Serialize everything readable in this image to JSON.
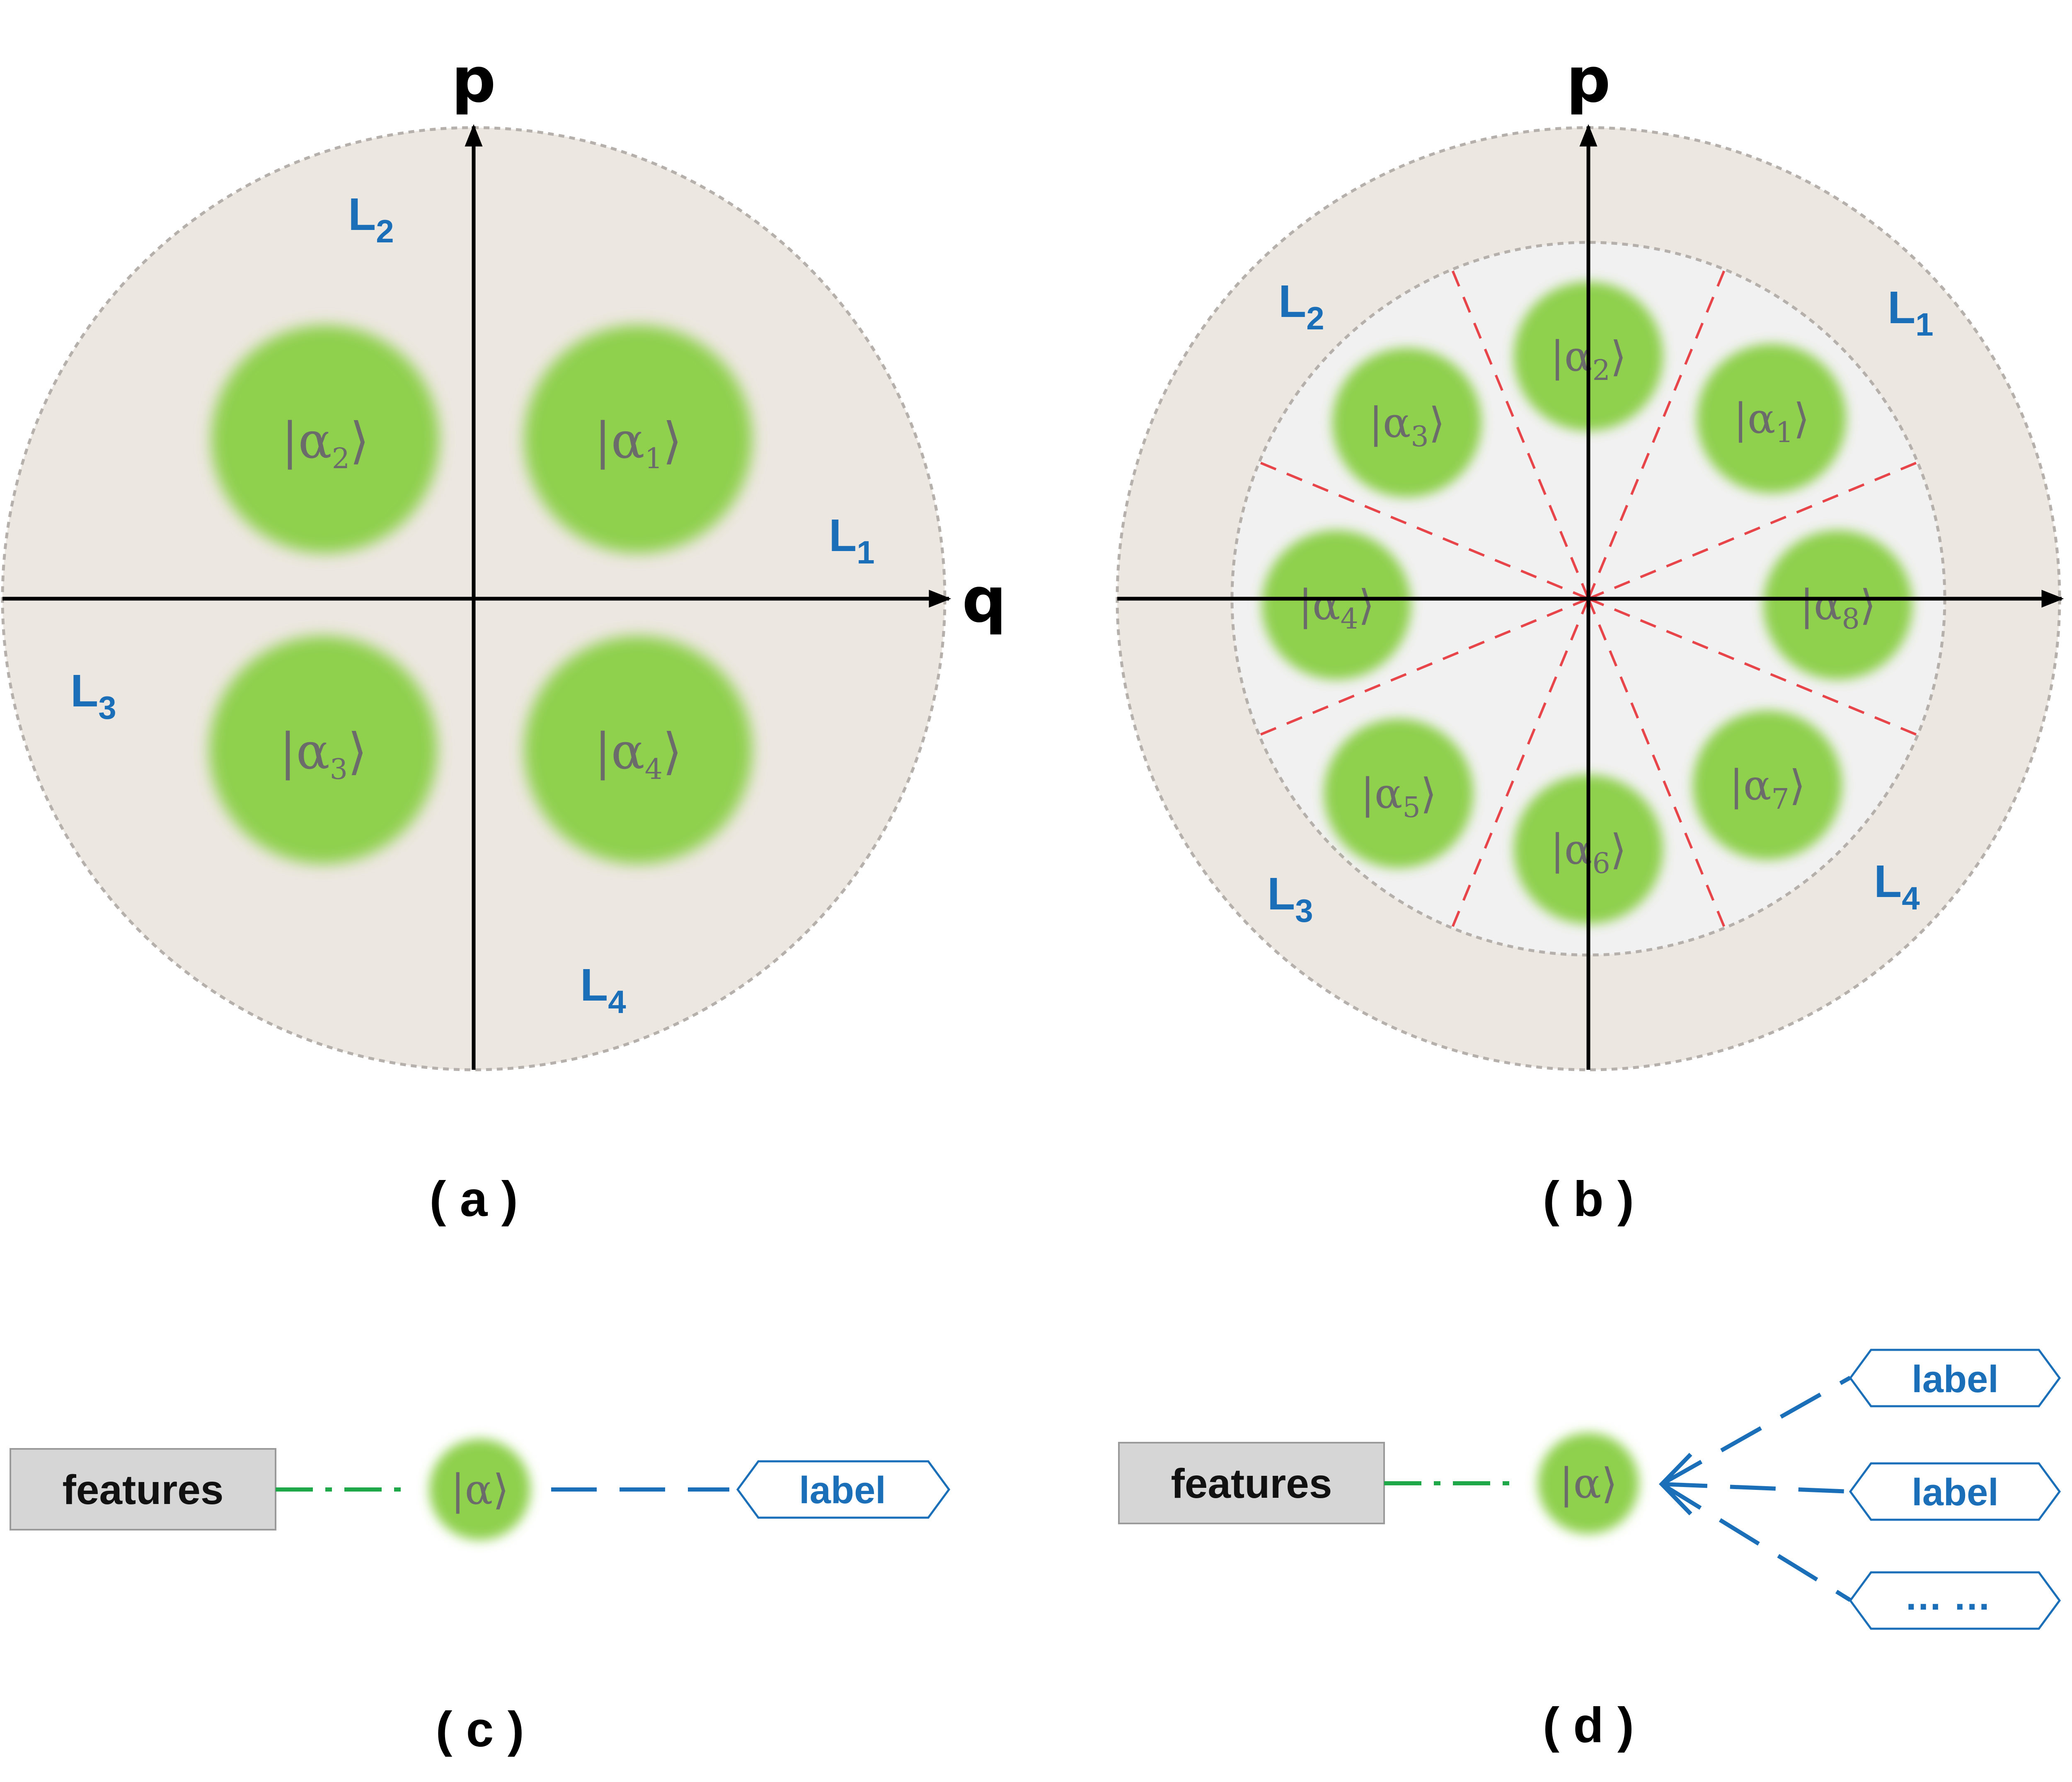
{
  "colors": {
    "outer_disk": "#ede7e1",
    "inner_disk": "#f1f1f1",
    "state_green": "#8fd04d",
    "region_blue": "#1a6fb8",
    "state_text": "#6b6b6b",
    "divider_red": "#e8454a",
    "link_green": "#1fa84a",
    "features_box": "#d6d6d6"
  },
  "axes": {
    "x_label": "q",
    "y_label": "p"
  },
  "panel_a": {
    "caption": "( a )",
    "regions": [
      {
        "main": "L",
        "sub": "2"
      },
      {
        "main": "L",
        "sub": "1"
      },
      {
        "main": "L",
        "sub": "3"
      },
      {
        "main": "L",
        "sub": "4"
      }
    ],
    "states": [
      {
        "main": "|α",
        "sub": "2",
        "close": "⟩"
      },
      {
        "main": "|α",
        "sub": "1",
        "close": "⟩"
      },
      {
        "main": "|α",
        "sub": "3",
        "close": "⟩"
      },
      {
        "main": "|α",
        "sub": "4",
        "close": "⟩"
      }
    ]
  },
  "panel_b": {
    "caption": "( b )",
    "regions": [
      {
        "main": "L",
        "sub": "2"
      },
      {
        "main": "L",
        "sub": "1"
      },
      {
        "main": "L",
        "sub": "3"
      },
      {
        "main": "L",
        "sub": "4"
      }
    ],
    "states": [
      {
        "main": "|α",
        "sub": "2",
        "close": "⟩"
      },
      {
        "main": "|α",
        "sub": "3",
        "close": "⟩"
      },
      {
        "main": "|α",
        "sub": "1",
        "close": "⟩"
      },
      {
        "main": "|α",
        "sub": "4",
        "close": "⟩"
      },
      {
        "main": "|α",
        "sub": "8",
        "close": "⟩"
      },
      {
        "main": "|α",
        "sub": "5",
        "close": "⟩"
      },
      {
        "main": "|α",
        "sub": "7",
        "close": "⟩"
      },
      {
        "main": "|α",
        "sub": "6",
        "close": "⟩"
      }
    ]
  },
  "panel_c": {
    "caption": "( c )",
    "features": "features",
    "state": "|α⟩",
    "label": "label"
  },
  "panel_d": {
    "caption": "( d )",
    "features": "features",
    "state": "|α⟩",
    "labels": [
      "label",
      "label",
      "… …"
    ]
  }
}
